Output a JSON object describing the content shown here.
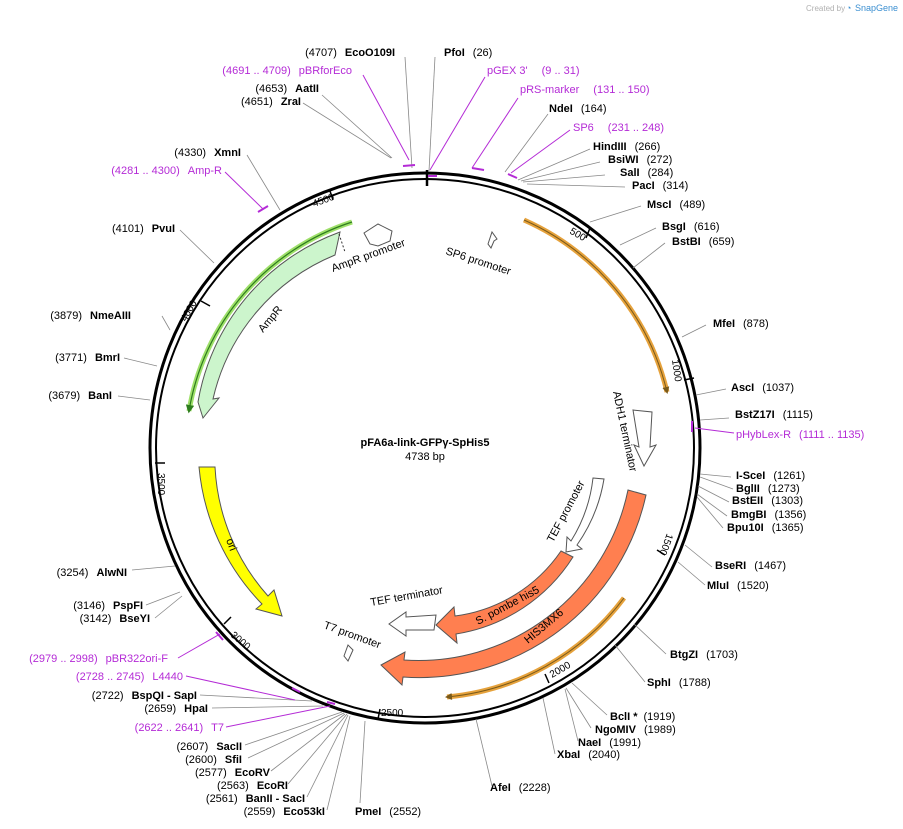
{
  "branding": {
    "created_by": "Created by",
    "app": "SnapGene"
  },
  "plasmid": {
    "name": "pFA6a-link-GFPγ-SpHis5",
    "length": "4738 bp"
  },
  "ticks": [
    "500",
    "1000",
    "1500",
    "2000",
    "2500",
    "3000",
    "3500",
    "4000",
    "4500"
  ],
  "right_sites": [
    {
      "name": "PfoI",
      "pos": "(26)"
    },
    {
      "name": "NdeI",
      "pos": "(164)"
    },
    {
      "name": "HindIII",
      "pos": "(266)"
    },
    {
      "name": "BsiWI",
      "pos": "(272)"
    },
    {
      "name": "SalI",
      "pos": "(284)"
    },
    {
      "name": "PacI",
      "pos": "(314)"
    },
    {
      "name": "MscI",
      "pos": "(489)"
    },
    {
      "name": "BsgI",
      "pos": "(616)"
    },
    {
      "name": "BstBI",
      "pos": "(659)"
    },
    {
      "name": "MfeI",
      "pos": "(878)"
    },
    {
      "name": "AscI",
      "pos": "(1037)"
    },
    {
      "name": "BstZ17I",
      "pos": "(1115)"
    },
    {
      "name": "I-SceI",
      "pos": "(1261)"
    },
    {
      "name": "BglII",
      "pos": "(1273)"
    },
    {
      "name": "BstEII",
      "pos": "(1303)"
    },
    {
      "name": "BmgBI",
      "pos": "(1356)"
    },
    {
      "name": "Bpu10I",
      "pos": "(1365)"
    },
    {
      "name": "BseRI",
      "pos": "(1467)"
    },
    {
      "name": "MluI",
      "pos": "(1520)"
    },
    {
      "name": "BtgZI",
      "pos": "(1703)"
    },
    {
      "name": "SphI",
      "pos": "(1788)"
    },
    {
      "name": "BclI *",
      "pos": "(1919)"
    },
    {
      "name": "NgoMIV",
      "pos": "(1989)"
    },
    {
      "name": "NaeI",
      "pos": "(1991)"
    },
    {
      "name": "XbaI",
      "pos": "(2040)"
    },
    {
      "name": "AfeI",
      "pos": "(2228)"
    },
    {
      "name": "PmeI",
      "pos": "(2552)"
    }
  ],
  "left_sites": [
    {
      "pos": "(4707)",
      "name": "EcoO109I"
    },
    {
      "pos": "(4653)",
      "name": "AatII"
    },
    {
      "pos": "(4651)",
      "name": "ZraI"
    },
    {
      "pos": "(4330)",
      "name": "XmnI"
    },
    {
      "pos": "(4101)",
      "name": "PvuI"
    },
    {
      "pos": "(3879)",
      "name": "NmeAIII"
    },
    {
      "pos": "(3771)",
      "name": "BmrI"
    },
    {
      "pos": "(3679)",
      "name": "BanI"
    },
    {
      "pos": "(3254)",
      "name": "AlwNI"
    },
    {
      "pos": "(3146)",
      "name": "PspFI"
    },
    {
      "pos": "(3142)",
      "name": "BseYI"
    },
    {
      "pos": "(2722)",
      "name": "BspQI - SapI"
    },
    {
      "pos": "(2659)",
      "name": "HpaI"
    },
    {
      "pos": "(2607)",
      "name": "SacII"
    },
    {
      "pos": "(2600)",
      "name": "SfiI"
    },
    {
      "pos": "(2577)",
      "name": "EcoRV"
    },
    {
      "pos": "(2563)",
      "name": "EcoRI"
    },
    {
      "pos": "(2561)",
      "name": "BanII - SacI"
    },
    {
      "pos": "(2559)",
      "name": "Eco53kI"
    }
  ],
  "primers_right": [
    {
      "name": "pGEX 3'",
      "range": "(9 .. 31)"
    },
    {
      "name": "pRS-marker",
      "range": "(131 .. 150)"
    },
    {
      "name": "SP6",
      "range": "(231 .. 248)"
    },
    {
      "name": "pHybLex-R",
      "range": "(1111 .. 1135)"
    }
  ],
  "primers_left": [
    {
      "range": "(4691 .. 4709)",
      "name": "pBRforEco"
    },
    {
      "range": "(4281 .. 4300)",
      "name": "Amp-R"
    },
    {
      "range": "(2979 .. 2998)",
      "name": "pBR322ori-F"
    },
    {
      "range": "(2728 .. 2745)",
      "name": "L4440"
    },
    {
      "range": "(2622 .. 2641)",
      "name": "T7"
    }
  ],
  "features": {
    "ampr_promoter": "AmpR promoter",
    "ampr": "AmpR",
    "sp6_promoter": "SP6 promoter",
    "adh1_terminator": "ADH1 terminator",
    "tef_promoter": "TEF promoter",
    "his5": "S. pombe his5",
    "his3mx6": "HIS3MX6",
    "tef_terminator": "TEF terminator",
    "t7_promoter": "T7 promoter",
    "ori": "ori"
  },
  "colors": {
    "backbone": "#000000",
    "primer": "#b42bd6",
    "ampr_fill": "#ccf5cc",
    "ampr_line": "#2e7d1e",
    "ori_fill": "#ffff00",
    "his_fill": "#ff7f50",
    "orf_line": "#e6a23c"
  }
}
